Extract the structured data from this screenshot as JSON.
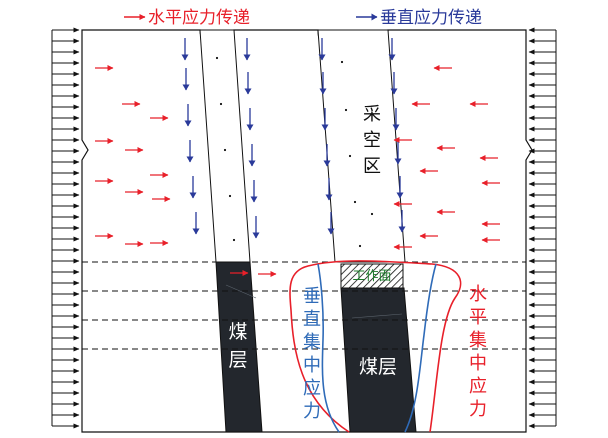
{
  "legend": {
    "horizontal_label": "水平应力传递",
    "vertical_label": "垂直应力传递"
  },
  "labels": {
    "goaf": "采空区",
    "working_face": "工作面",
    "coal_left": "煤层",
    "coal_right": "煤层",
    "vertical_concentration": "垂直集中应力",
    "horizontal_concentration": "水平集中应力"
  },
  "colors": {
    "horizontal": "#e8202a",
    "vertical": "#2a3a9a",
    "coal": "#23272d",
    "vertical_curve": "#2f6bb8",
    "horizontal_curve": "#e8202a"
  }
}
